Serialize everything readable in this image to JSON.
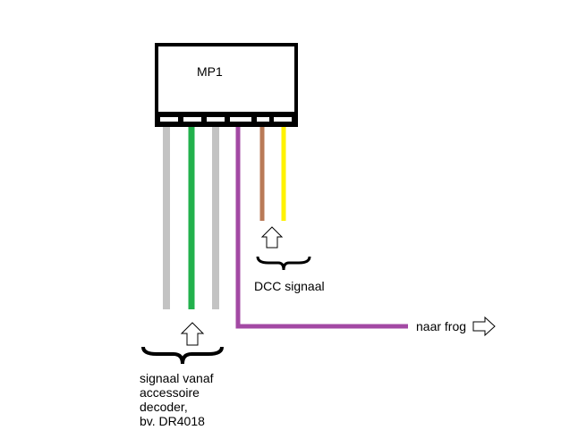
{
  "module": {
    "label": "MP1"
  },
  "wires": [
    {
      "name": "accessory-wire-1",
      "color": "#c3c3c3"
    },
    {
      "name": "accessory-wire-2",
      "color": "#22b14c"
    },
    {
      "name": "accessory-wire-3",
      "color": "#c3c3c3"
    },
    {
      "name": "frog-wire",
      "color": "#a349a4"
    },
    {
      "name": "dcc-wire-brown",
      "color": "#b97a57"
    },
    {
      "name": "dcc-wire-yellow",
      "color": "#fff200"
    }
  ],
  "labels": {
    "dcc": "DCC signaal",
    "frog": "naar frog",
    "accessory": {
      "line1": "signaal vanaf",
      "line2": "accessoire",
      "line3": "decoder,",
      "line4": "bv. DR4018"
    }
  }
}
